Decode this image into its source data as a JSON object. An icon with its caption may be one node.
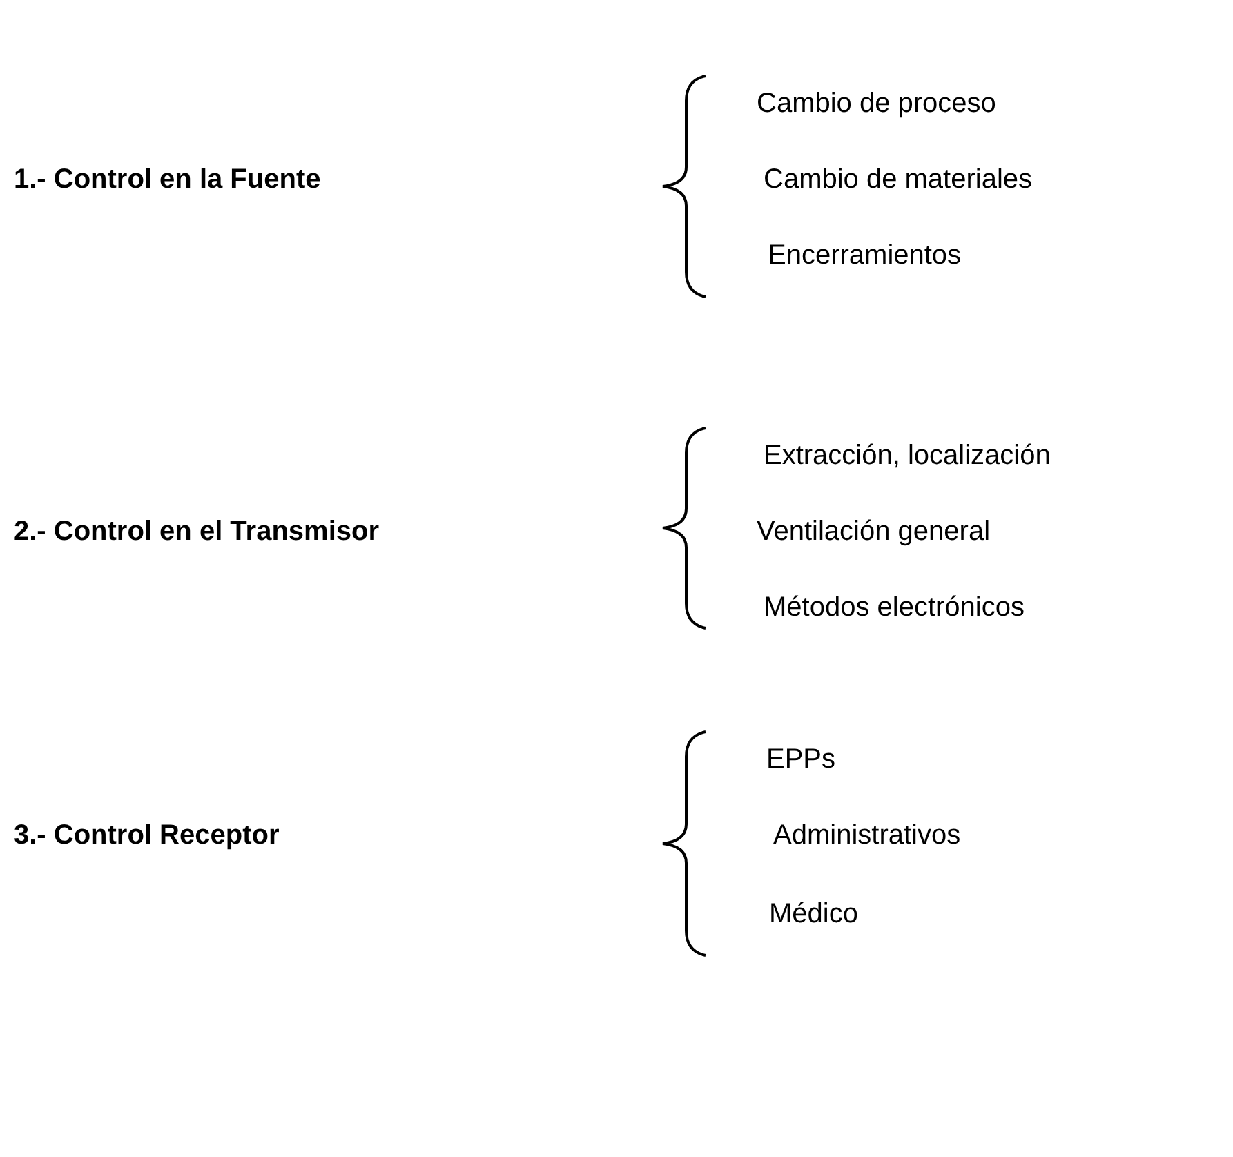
{
  "diagram": {
    "labels": [
      "1.- Control en la Fuente",
      "Cambio de proceso",
      "Cambio de materiales",
      "Encerramientos",
      "2.- Control en el Transmisor",
      "Extracción, localización",
      "Ventilación general",
      "Métodos electrónicos",
      "3.- Control Receptor",
      "EPPs",
      "Administrativos",
      "Médico"
    ]
  }
}
